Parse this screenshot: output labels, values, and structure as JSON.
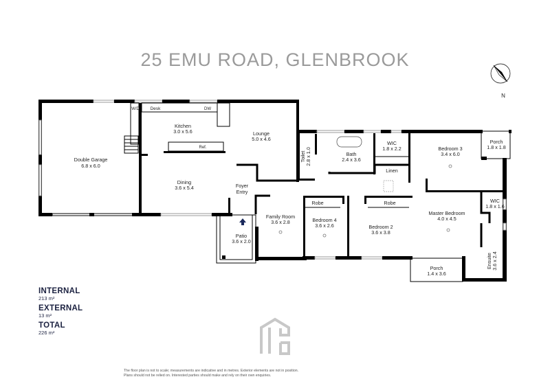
{
  "title": "25 EMU ROAD, GLENBROOK",
  "compass": {
    "label": "N"
  },
  "rooms": {
    "garage": {
      "name": "Double Garage",
      "dims": "6.8 x 6.0"
    },
    "kitchen": {
      "name": "Kitchen",
      "dims": "3.0 x 5.6"
    },
    "lounge": {
      "name": "Lounge",
      "dims": "5.0 x 4.6"
    },
    "dining": {
      "name": "Dining",
      "dims": "3.6 x 5.4"
    },
    "foyer": {
      "name": "Foyer",
      "dims": "Entry"
    },
    "family": {
      "name": "Family Room",
      "dims": "3.6 x 2.8"
    },
    "patio": {
      "name": "Patio",
      "dims": "3.6 x 2.0"
    },
    "toilet": {
      "name": "Toilet",
      "dims": "2.8 x 1.0"
    },
    "bath": {
      "name": "Bath",
      "dims": "2.4 x 3.6"
    },
    "wic1": {
      "name": "WIC",
      "dims": "1.8 x 2.2"
    },
    "linen": {
      "name": "Linen"
    },
    "bed3": {
      "name": "Bedroom 3",
      "dims": "3.4 x 6.0"
    },
    "porch1": {
      "name": "Porch",
      "dims": "1.8 x 1.8"
    },
    "wic2": {
      "name": "WIC",
      "dims": "1.8 x 1.6"
    },
    "master": {
      "name": "Master Bedroom",
      "dims": "4.0 x 4.5"
    },
    "bed4": {
      "name": "Bedroom 4",
      "dims": "3.6 x 2.6"
    },
    "bed2": {
      "name": "Bedroom 2",
      "dims": "3.6 x 3.8"
    },
    "robe1": {
      "name": "Robe"
    },
    "robe2": {
      "name": "Robe"
    },
    "porch2": {
      "name": "Porch",
      "dims": "1.4 x 3.6"
    },
    "ensuite": {
      "name": "Ensuite",
      "dims": "3.6 x 2.4"
    }
  },
  "fixtures": {
    "wd": "W/D",
    "desk": "Desk",
    "dw": "DW",
    "ref": "Ref."
  },
  "areas": [
    {
      "label": "INTERNAL",
      "value": "213 m²"
    },
    {
      "label": "EXTERNAL",
      "value": "13 m²"
    },
    {
      "label": "TOTAL",
      "value": "226 m²"
    }
  ],
  "disclaimer": [
    "The floor plan is not to scale; measurements are indicative and in metres. Exterior elements are not in position.",
    "Plans should not be relied on. Interested parties should make and rely on their own enquiries."
  ],
  "colors": {
    "accent": "#1b2a5c",
    "title": "#9a9a9a",
    "logo": "#c8c8c8"
  }
}
